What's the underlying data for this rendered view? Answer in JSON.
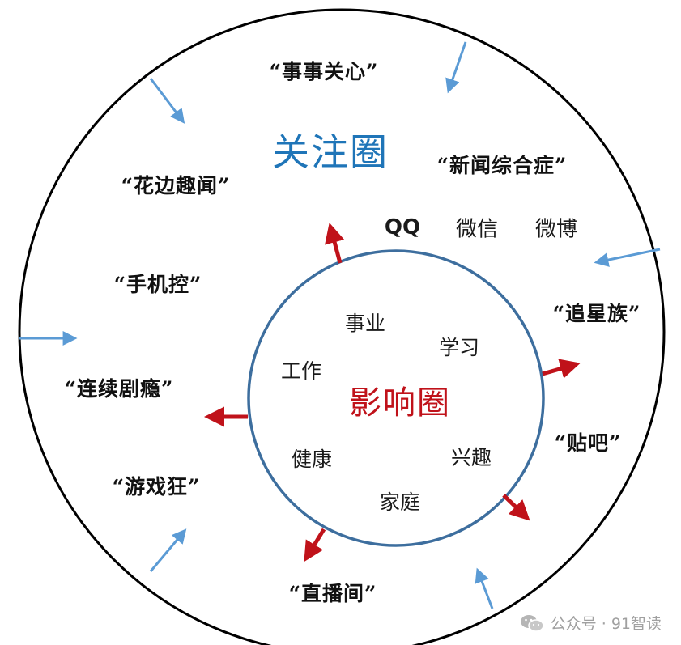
{
  "colors": {
    "circle_stroke": "#000000",
    "inner_circle_stroke": "#3d6e9e",
    "influence_arrow": "#c0121a",
    "concern_arrow": "#5b9bd5",
    "title_outer": "#1f75b8",
    "title_inner": "#c0121a",
    "watermark": "#a0a0a0"
  },
  "circle_of_concern": {
    "title": "关注圈",
    "items": [
      "“事事关心”",
      "“新闻综合症”",
      "“花边趣闻”",
      "“手机控”",
      "“追星族”",
      "“连续剧瘾”",
      "“贴吧”",
      "“游戏狂”",
      "“直播间”"
    ],
    "apps": [
      "QQ",
      "微信",
      "微博"
    ]
  },
  "circle_of_influence": {
    "title": "影响圈",
    "items": [
      "事业",
      "学习",
      "工作",
      "健康",
      "兴趣",
      "家庭"
    ]
  },
  "watermark": {
    "text": "公众号 · 91智读",
    "icon": "wechat-icon"
  }
}
